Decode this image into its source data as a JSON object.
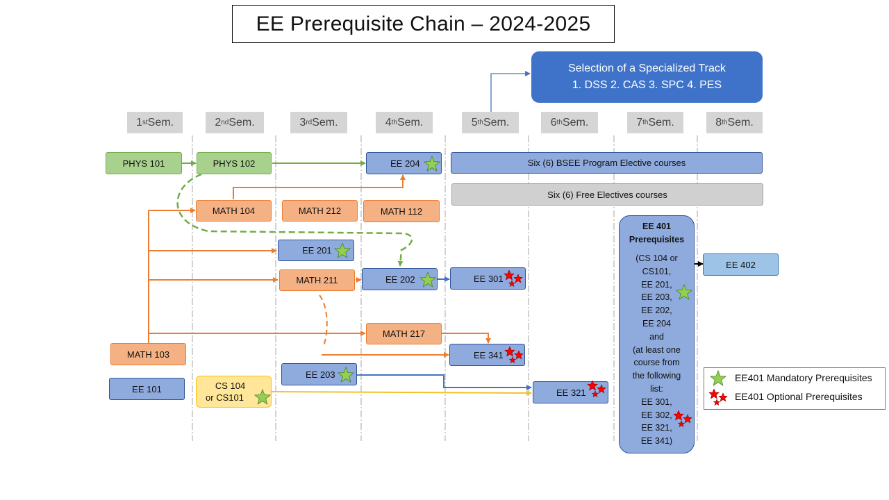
{
  "title": "EE Prerequisite Chain – 2024-2025",
  "track": {
    "line1": "Selection of a Specialized Track",
    "line2": "1. DSS  2. CAS  3. SPC  4. PES"
  },
  "semesters": [
    {
      "num": "1",
      "sup": "st",
      "label": " Sem."
    },
    {
      "num": "2",
      "sup": "nd",
      "label": " Sem."
    },
    {
      "num": "3",
      "sup": "rd",
      "label": " Sem."
    },
    {
      "num": "4",
      "sup": "th",
      "label": " Sem."
    },
    {
      "num": "5",
      "sup": "th",
      "label": " Sem."
    },
    {
      "num": "6",
      "sup": "th",
      "label": " Sem."
    },
    {
      "num": "7",
      "sup": "th",
      "label": " Sem."
    },
    {
      "num": "8",
      "sup": "th",
      "label": " Sem."
    }
  ],
  "courses": {
    "phys101": "PHYS 101",
    "phys102": "PHYS 102",
    "ee204": "EE 204",
    "math104": "MATH 104",
    "math212": "MATH 212",
    "math112": "MATH 112",
    "ee201": "EE 201",
    "math211": "MATH 211",
    "ee202": "EE 202",
    "ee301": "EE 301",
    "math217": "MATH 217",
    "ee341": "EE 341",
    "math103": "MATH 103",
    "ee203": "EE 203",
    "ee101": "EE 101",
    "cs104_line1": "CS 104",
    "cs104_line2": "or CS101",
    "ee321": "EE 321",
    "ee402": "EE 402"
  },
  "electives": {
    "program": "Six (6) BSEE Program Elective courses",
    "free": "Six (6) Free Electives courses"
  },
  "ee401": {
    "header": "EE 401\nPrerequisites",
    "body": "(CS 104  or\nCS101,\nEE 201,\nEE 203,\nEE 202,\nEE 204\nand\n(at least one\ncourse from\nthe following\nlist:\nEE 301,\nEE 302,\nEE 321,\nEE 341)"
  },
  "legend": {
    "mandatory": "EE401 Mandatory Prerequisites",
    "optional": "EE401 Optional Prerequisites"
  },
  "colors": {
    "green_arrow": "#70ad47",
    "orange_arrow": "#ed7d31",
    "blue_arrow": "#4472c4",
    "yellow_arrow": "#f2c12e",
    "star_green": "#92d050",
    "star_red": "#ff0000"
  },
  "icons": {
    "mandatory": "green-star-icon",
    "optional": "red-stars-icon"
  }
}
